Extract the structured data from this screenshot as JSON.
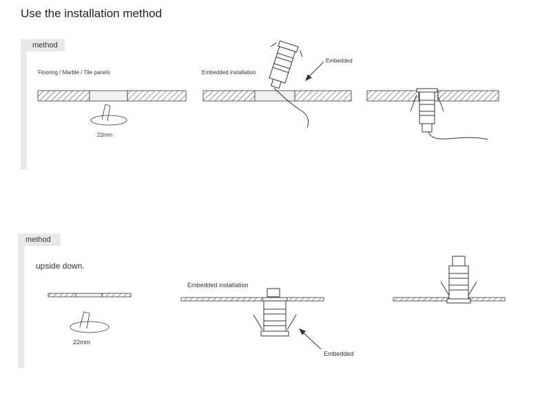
{
  "title": "Use the installation method",
  "section1": {
    "tab": "method",
    "label_panels": "Flooring / Marble / Tile panels",
    "label_embedded_install": "Embedded installation",
    "label_embedded": "Embedded",
    "label_size": "22mm"
  },
  "section2": {
    "tab": "method",
    "label_upside": "upside down.",
    "label_embedded_install": "Embedded installation",
    "label_embedded": "Embedded",
    "label_size": "22mm"
  },
  "colors": {
    "line": "#333333",
    "panel_bg": "#e9e9e9"
  }
}
